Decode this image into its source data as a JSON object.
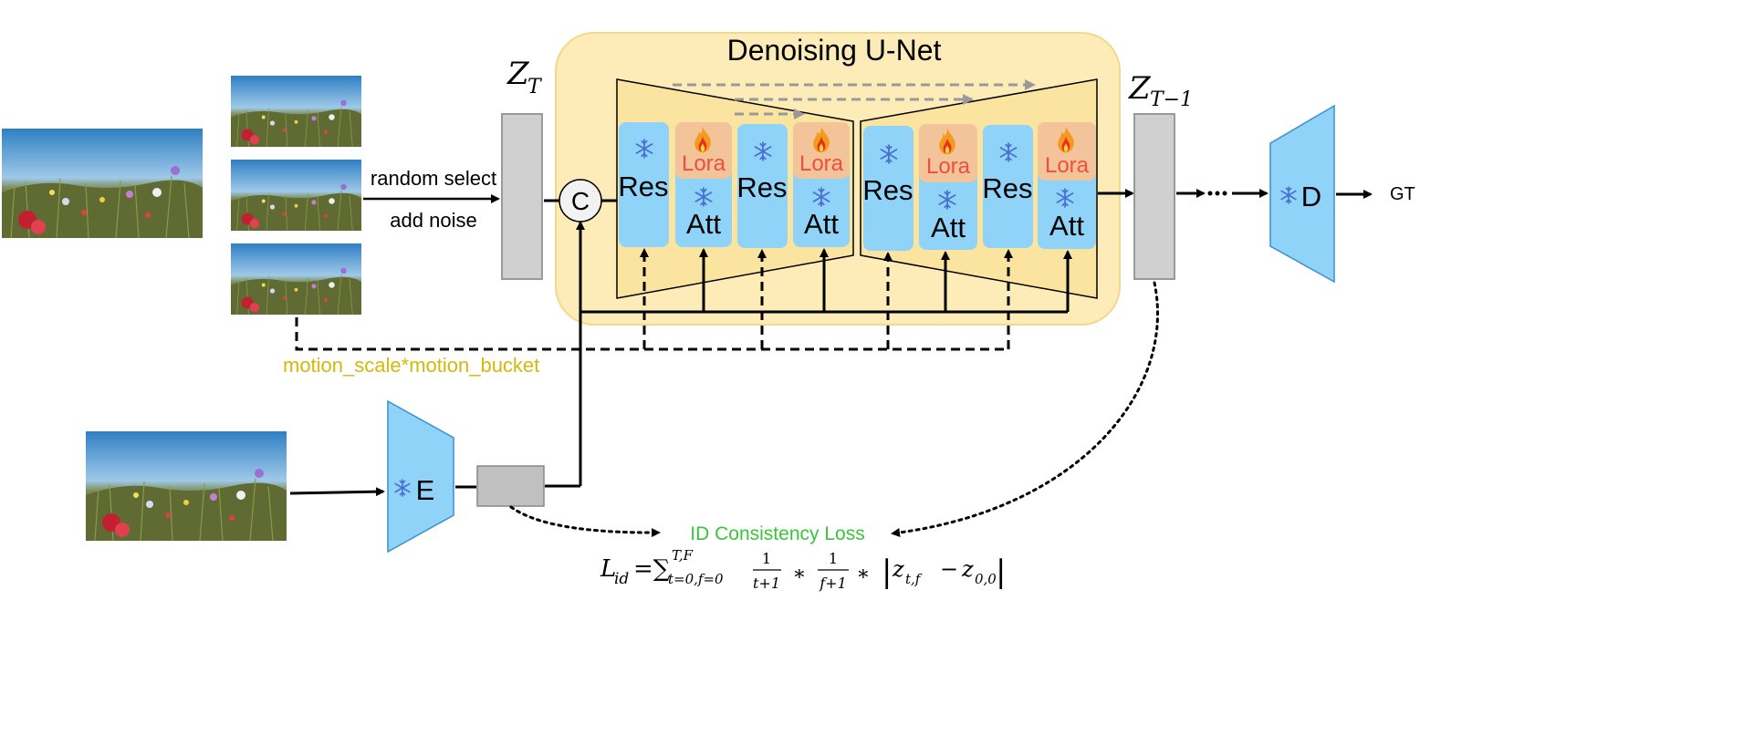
{
  "unet_title": "Denoising U-Net",
  "zt_label": "Z",
  "zt_sub": "T",
  "ztm1_label": "Z",
  "ztm1_sub": "T−1",
  "random_select": "random select",
  "add_noise": "add noise",
  "concat_label": "C",
  "res_label": "Res",
  "att_label": "Att",
  "lora_label": "Lora",
  "encoder_label": "E",
  "decoder_label": "D",
  "gt_label": "GT",
  "motion_text": "motion_scale*motion_bucket",
  "loss_title": "ID Consistency Loss",
  "formula": {
    "L": "L",
    "L_sub": "id",
    "eq_sum": "=∑",
    "sum_sup": "T,F",
    "sum_sub": "t=0,f=0",
    "frac1_num": "1",
    "frac1_den": "t+1",
    "times1": "∗",
    "frac2_num": "1",
    "frac2_den": "f+1",
    "times2": "∗",
    "bar_left": "|",
    "z1": "z",
    "z1_sub": "t,f",
    "minus": "−",
    "z2": "z",
    "z2_sub": "0,0",
    "bar_right": "|"
  },
  "colors": {
    "unet_bg": "#fdebb8",
    "trapezoid": "#fbe3a0",
    "block_blue": "#8fd3f8",
    "lora_bg": "#f3c49a",
    "lora_text": "#f04e3e",
    "latent_gray": "#d0d0d0",
    "motion_text": "#d4b80a",
    "loss_text": "#3bc43b"
  },
  "icons": [
    "snowflake-icon",
    "fire-icon",
    "landscape-image"
  ]
}
